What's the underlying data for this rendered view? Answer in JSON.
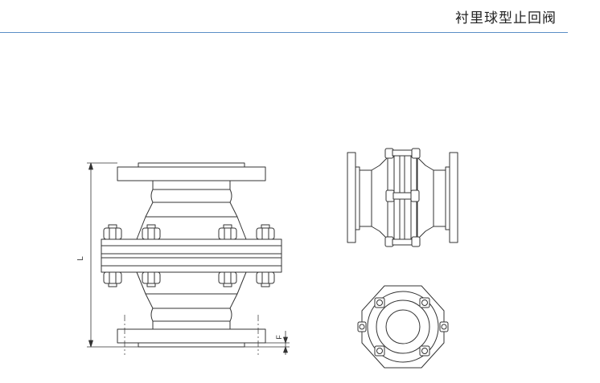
{
  "header": {
    "title": "衬里球型止回阀",
    "rule_color": "#5b8ec6"
  },
  "drawing": {
    "dimension_labels": {
      "length": "L",
      "flange_thickness": "F"
    },
    "views": [
      "front-elevation",
      "side-elevation",
      "top-plan"
    ]
  }
}
